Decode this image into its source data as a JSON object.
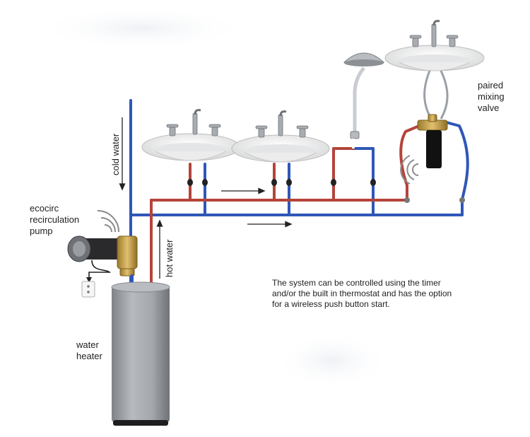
{
  "labels": {
    "cold_water": "cold water",
    "hot_water": "hot water",
    "pump": [
      "ecocirc",
      "recirculation",
      "pump"
    ],
    "water_heater": [
      "water",
      "heater"
    ],
    "valve": [
      "paired",
      "mixing",
      "valve"
    ],
    "note": "The system can be controlled using the timer and/or the built in thermostat and has the option for a wireless push button start."
  },
  "colors": {
    "cold_pipe": "#2f57b8",
    "hot_pipe": "#b4443a",
    "heater_body": "#9ea2a6",
    "brass": "#c6a14a",
    "sink": "#f3f3f3"
  },
  "icons": [
    "sink-icon",
    "faucet-icon",
    "shower-head-icon",
    "pump-icon",
    "outlet-icon",
    "wireless-signal-icon",
    "valve-icon",
    "flow-arrow-icon"
  ]
}
